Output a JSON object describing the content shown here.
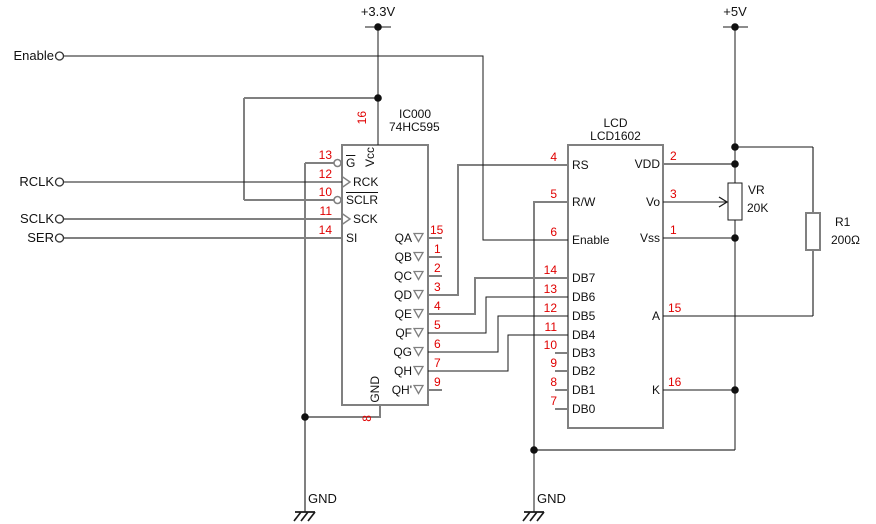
{
  "colors": {
    "background": "#ffffff",
    "wire_black": "#1a1a1a",
    "wire_gray": "#808080",
    "pin_number_red": "#e00000"
  },
  "power_rails": {
    "rail_33": "+3.3V",
    "rail_5": "+5V"
  },
  "input_terminals": [
    {
      "label": "Enable"
    },
    {
      "label": "RCLK"
    },
    {
      "label": "SCLK"
    },
    {
      "label": "SER"
    }
  ],
  "ic595": {
    "ref": "IC000",
    "part": "74HC595",
    "top_pin": {
      "num": "16",
      "name": "Vcc"
    },
    "bottom_pin": {
      "num": "8",
      "name": "GND"
    },
    "left_pins": [
      {
        "num": "13",
        "name": "G"
      },
      {
        "num": "12",
        "name": "RCK"
      },
      {
        "num": "10",
        "name": "SCLR"
      },
      {
        "num": "11",
        "name": "SCK"
      },
      {
        "num": "14",
        "name": "SI"
      }
    ],
    "right_pins": [
      {
        "num": "15",
        "name": "QA"
      },
      {
        "num": "1",
        "name": "QB"
      },
      {
        "num": "2",
        "name": "QC"
      },
      {
        "num": "3",
        "name": "QD"
      },
      {
        "num": "4",
        "name": "QE"
      },
      {
        "num": "5",
        "name": "QF"
      },
      {
        "num": "6",
        "name": "QG"
      },
      {
        "num": "7",
        "name": "QH"
      },
      {
        "num": "9",
        "name": "QH'"
      }
    ]
  },
  "lcd": {
    "ref": "LCD",
    "part": "LCD1602",
    "left_pins": [
      {
        "num": "4",
        "name": "RS"
      },
      {
        "num": "5",
        "name": "R/W"
      },
      {
        "num": "6",
        "name": "Enable"
      },
      {
        "num": "14",
        "name": "DB7"
      },
      {
        "num": "13",
        "name": "DB6"
      },
      {
        "num": "12",
        "name": "DB5"
      },
      {
        "num": "11",
        "name": "DB4"
      },
      {
        "num": "10",
        "name": "DB3"
      },
      {
        "num": "9",
        "name": "DB2"
      },
      {
        "num": "8",
        "name": "DB1"
      },
      {
        "num": "7",
        "name": "DB0"
      }
    ],
    "right_pins": [
      {
        "num": "2",
        "name": "VDD"
      },
      {
        "num": "3",
        "name": "Vo"
      },
      {
        "num": "1",
        "name": "Vss"
      },
      {
        "num": "15",
        "name": "A"
      },
      {
        "num": "16",
        "name": "K"
      }
    ]
  },
  "potentiometer": {
    "ref": "VR",
    "value": "20K"
  },
  "resistor": {
    "ref": "R1",
    "value": "200Ω"
  },
  "ground_labels": {
    "left": "GND",
    "right": "GND"
  }
}
